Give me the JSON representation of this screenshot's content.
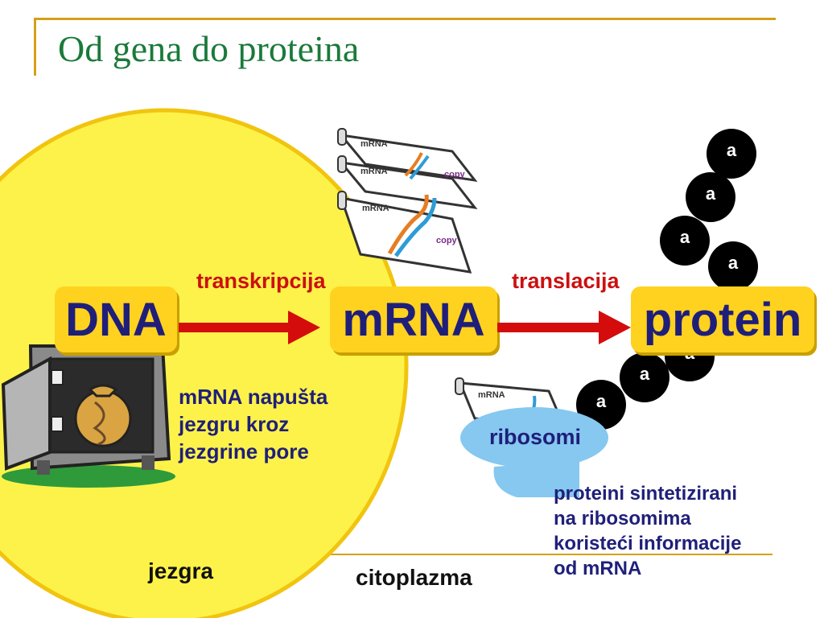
{
  "title": "Od gena do proteina",
  "boxes": {
    "dna": "DNA",
    "mrna": "mRNA",
    "protein": "protein"
  },
  "processes": {
    "transcription": "transkripcija",
    "translation": "translacija"
  },
  "notes": {
    "nucleus_exit": [
      "mRNA napušta",
      "jezgru kroz",
      "jezgrine pore"
    ],
    "protein_synthesis": [
      "proteini sintetizirani",
      "na ribosomima",
      "koristeći informacije",
      "od mRNA"
    ]
  },
  "regions": {
    "nucleus": "jezgra",
    "cytoplasm": "citoplazma",
    "ribosome": "ribosomi"
  },
  "scroll_labels": {
    "title": "mRNA",
    "stamp": "copy"
  },
  "amino_acid_label": "a",
  "amino_acid_count": 9,
  "colors": {
    "title": "#1a7a3a",
    "box": "#ffd21f",
    "box_text": "#1f1f7a",
    "process_text": "#cc1010",
    "nucleus": "#fdf24a",
    "ribosome": "#86c8ef",
    "amino_acid": "#000000"
  },
  "icons": [
    "vault-icon",
    "money-bag-icon",
    "dna-helix-icon",
    "mrna-scroll-icon",
    "arrow-right-icon",
    "ribosome-blob-icon",
    "amino-acid-bead-icon"
  ]
}
